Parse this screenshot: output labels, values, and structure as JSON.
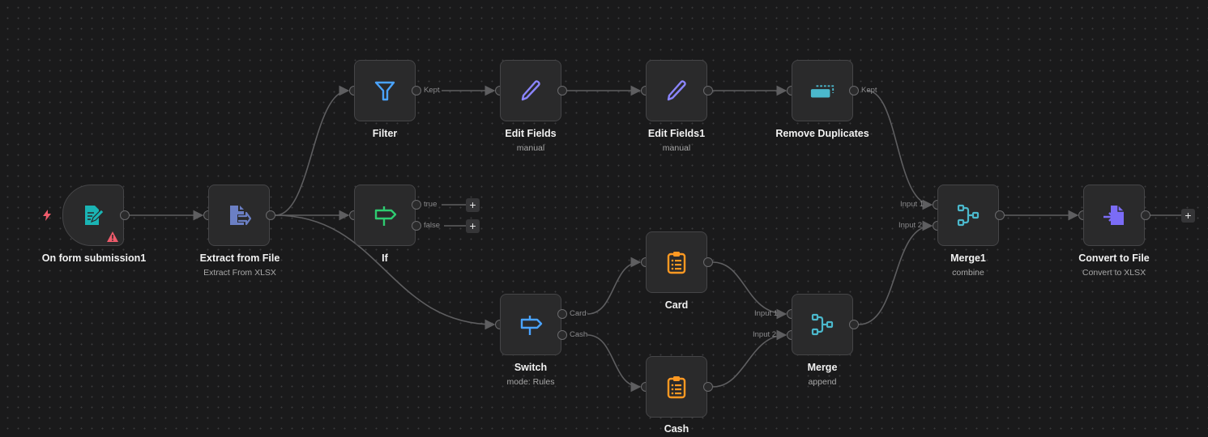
{
  "canvas": {
    "colors": {
      "background": "#1a1a1b",
      "node_fill": "#2a2a2b",
      "node_border": "#454547",
      "edge": "#5e5e60",
      "warning": "#ef5b6b",
      "trigger_bolt": "#ef5b6b"
    }
  },
  "nodes": {
    "form": {
      "title": "On form submission1",
      "subtitle": "",
      "icon": "form-edit-icon",
      "color": "#1ab4b4",
      "status": "warning"
    },
    "extract": {
      "title": "Extract from File",
      "subtitle": "Extract From XLSX",
      "icon": "file-export-icon",
      "color": "#6b7fc4"
    },
    "filter": {
      "title": "Filter",
      "subtitle": "",
      "icon": "filter-funnel-icon",
      "color": "#4aa3ff",
      "outputs": [
        "Kept"
      ]
    },
    "if": {
      "title": "If",
      "subtitle": "",
      "icon": "signpost-icon",
      "color": "#2ecc71",
      "outputs": [
        "true",
        "false"
      ]
    },
    "edit1": {
      "title": "Edit Fields",
      "subtitle": "manual",
      "icon": "pencil-icon",
      "color": "#8b85ff"
    },
    "edit2": {
      "title": "Edit Fields1",
      "subtitle": "manual",
      "icon": "pencil-icon",
      "color": "#8b85ff"
    },
    "dedupe": {
      "title": "Remove Duplicates",
      "subtitle": "",
      "icon": "remove-duplicates-icon",
      "color": "#4bb8cc",
      "outputs": [
        "Kept"
      ]
    },
    "switch": {
      "title": "Switch",
      "subtitle": "mode: Rules",
      "icon": "signpost-icon",
      "color": "#4aa3ff",
      "outputs": [
        "Card",
        "Cash"
      ]
    },
    "card": {
      "title": "Card",
      "subtitle": "",
      "icon": "clipboard-list-icon",
      "color": "#ff9922"
    },
    "cash": {
      "title": "Cash",
      "subtitle": "",
      "icon": "clipboard-list-icon",
      "color": "#ff9922"
    },
    "merge": {
      "title": "Merge",
      "subtitle": "append",
      "icon": "merge-icon",
      "color": "#4bb8cc",
      "inputs": [
        "Input 1",
        "Input 2"
      ]
    },
    "merge1": {
      "title": "Merge1",
      "subtitle": "combine",
      "icon": "merge-icon",
      "color": "#4bb8cc",
      "inputs": [
        "Input 1",
        "Input 2"
      ]
    },
    "convert": {
      "title": "Convert to File",
      "subtitle": "Convert to XLSX",
      "icon": "file-import-icon",
      "color": "#7b6cf6"
    }
  },
  "add_buttons": {
    "label": "+"
  },
  "connections": [
    {
      "from": "form",
      "to": "extract"
    },
    {
      "from": "extract",
      "to": "filter"
    },
    {
      "from": "extract",
      "to": "if"
    },
    {
      "from": "extract",
      "to": "switch"
    },
    {
      "from": "filter",
      "output": "Kept",
      "to": "edit1"
    },
    {
      "from": "edit1",
      "to": "edit2"
    },
    {
      "from": "edit2",
      "to": "dedupe"
    },
    {
      "from": "dedupe",
      "output": "Kept",
      "to": "merge1",
      "input": "Input 1"
    },
    {
      "from": "switch",
      "output": "Card",
      "to": "card"
    },
    {
      "from": "switch",
      "output": "Cash",
      "to": "cash"
    },
    {
      "from": "card",
      "to": "merge",
      "input": "Input 1"
    },
    {
      "from": "cash",
      "to": "merge",
      "input": "Input 2"
    },
    {
      "from": "merge",
      "to": "merge1",
      "input": "Input 2"
    },
    {
      "from": "merge1",
      "to": "convert"
    }
  ]
}
